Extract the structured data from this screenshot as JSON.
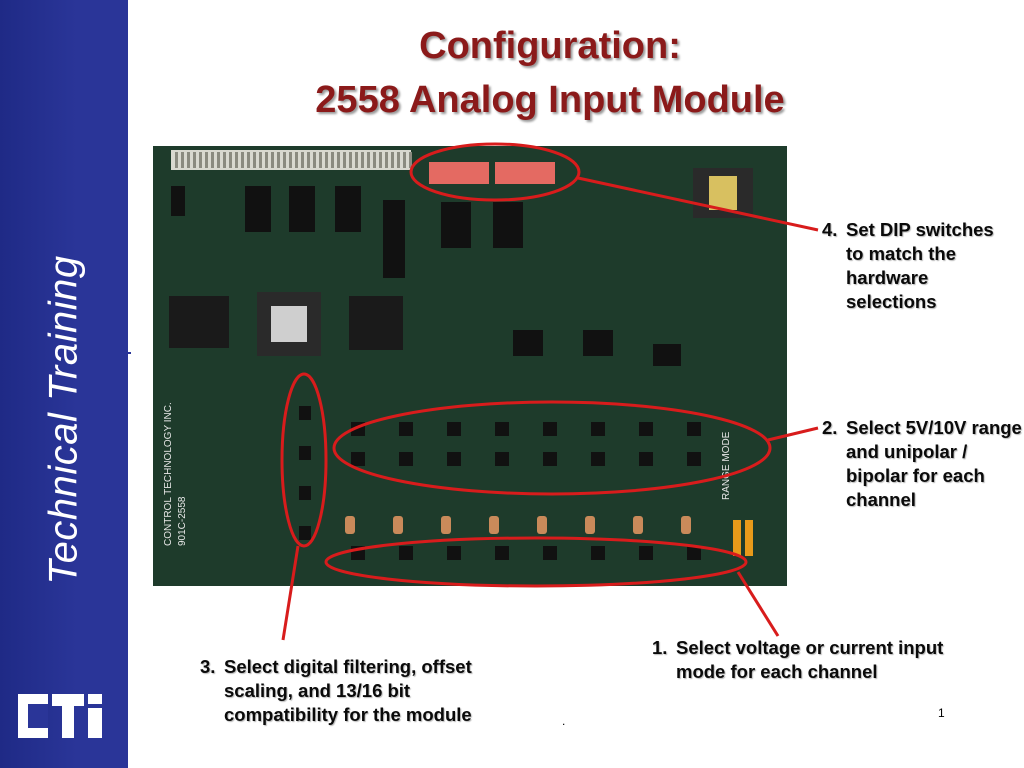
{
  "sidebar": {
    "label": "Technical Training",
    "logo_text": "CTI",
    "color": "#2a3598"
  },
  "title": {
    "line1": "Configuration:",
    "line2": "2558 Analog Input Module",
    "color": "#8b1a1a"
  },
  "board": {
    "silkscreen_vendor": "CONTROL TECHNOLOGY INC.",
    "silkscreen_part": "901C-2558",
    "silkscreen_range": "RANGE MODE",
    "color": "#1f3a2a"
  },
  "callouts": {
    "dip": {
      "number": "4.",
      "text": "Set DIP switches to match the hardware selections"
    },
    "range": {
      "number": "2.",
      "text": "Select 5V/10V range and unipolar / bipolar for each channel"
    },
    "input": {
      "number": "1.",
      "text": "Select voltage or current input mode for each channel"
    },
    "filter": {
      "number": "3.",
      "text": "Select digital filtering, offset scaling, and 13/16 bit compatibility for the module"
    }
  },
  "highlight_color": "#d81c1c",
  "footer": {
    "page_number": "1",
    "dot": "."
  }
}
